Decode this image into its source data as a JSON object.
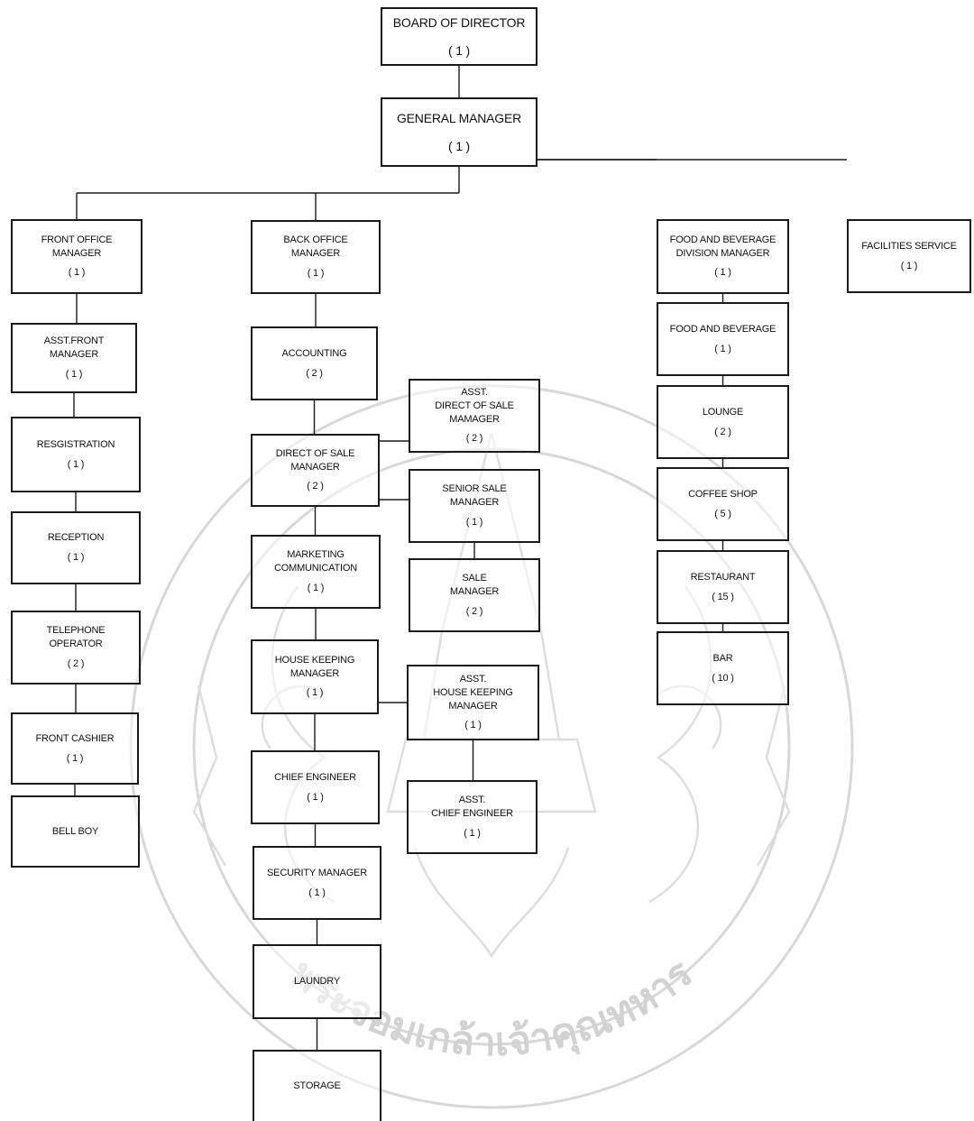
{
  "nodes": {
    "board": {
      "label": "BOARD OF DIRECTOR",
      "count": "( 1 )"
    },
    "gm": {
      "label": "GENERAL MANAGER",
      "count": "( 1 )"
    },
    "front_office_manager": {
      "label": "FRONT OFFICE\nMANAGER",
      "count": "( 1 )"
    },
    "asst_front_manager": {
      "label": "ASST.FRONT\nMANAGER",
      "count": "( 1 )"
    },
    "registration": {
      "label": "RESGISTRATION",
      "count": "( 1 )"
    },
    "reception": {
      "label": "RECEPTION",
      "count": "( 1 )"
    },
    "telephone_operator": {
      "label": "TELEPHONE\nOPERATOR",
      "count": "( 2 )"
    },
    "front_cashier": {
      "label": "FRONT CASHIER",
      "count": "( 1 )"
    },
    "bell_boy": {
      "label": "BELL BOY",
      "count": ""
    },
    "back_office_manager": {
      "label": "BACK OFFICE\nMANAGER",
      "count": "( 1 )"
    },
    "accounting": {
      "label": "ACCOUNTING",
      "count": "( 2 )"
    },
    "direct_of_sale_manager": {
      "label": "DIRECT OF SALE\nMANAGER",
      "count": "( 2 )"
    },
    "marketing_communication": {
      "label": "MARKETING\nCOMMUNICATION",
      "count": "( 1 )"
    },
    "house_keeping_manager": {
      "label": "HOUSE KEEPING\nMANAGER",
      "count": "( 1 )"
    },
    "chief_engineer": {
      "label": "CHIEF ENGINEER",
      "count": "( 1 )"
    },
    "security_manager": {
      "label": "SECURITY MANAGER",
      "count": "( 1 )"
    },
    "laundry": {
      "label": "LAUNDRY",
      "count": ""
    },
    "storage": {
      "label": "STORAGE",
      "count": ""
    },
    "asst_direct_of_sale_manager": {
      "label": "ASST.\nDIRECT OF SALE\nMAMAGER",
      "count": "( 2 )"
    },
    "senior_sale_manager": {
      "label": "SENIOR SALE\nMANAGER",
      "count": "( 1 )"
    },
    "sale_manager": {
      "label": "SALE\nMANAGER",
      "count": "( 2 )"
    },
    "asst_house_keeping_manager": {
      "label": "ASST.\nHOUSE KEEPING\nMANAGER",
      "count": "( 1 )"
    },
    "asst_chief_engineer": {
      "label": "ASST.\nCHIEF ENGINEER",
      "count": "( 1 )"
    },
    "fb_division_manager": {
      "label": "FOOD AND BEVERAGE\nDIVISION MANAGER",
      "count": "( 1 )"
    },
    "food_and_beverage": {
      "label": "FOOD AND BEVERAGE",
      "count": "( 1 )"
    },
    "lounge": {
      "label": "LOUNGE",
      "count": "( 2 )"
    },
    "coffee_shop": {
      "label": "COFFEE SHOP",
      "count": "( 5 )"
    },
    "restaurant": {
      "label": "RESTAURANT",
      "count": "( 15 )"
    },
    "bar": {
      "label": "BAR",
      "count": "( 10 )"
    },
    "facilities_service": {
      "label": "FACILITIES SERVICE",
      "count": "( 1 )"
    }
  },
  "edges": [
    [
      "board",
      "gm"
    ],
    [
      "gm",
      "front_office_manager"
    ],
    [
      "gm",
      "back_office_manager"
    ],
    [
      "gm",
      "fb_division_manager"
    ],
    [
      "gm",
      "facilities_service"
    ],
    [
      "front_office_manager",
      "asst_front_manager"
    ],
    [
      "asst_front_manager",
      "registration"
    ],
    [
      "registration",
      "reception"
    ],
    [
      "reception",
      "telephone_operator"
    ],
    [
      "telephone_operator",
      "front_cashier"
    ],
    [
      "front_cashier",
      "bell_boy"
    ],
    [
      "back_office_manager",
      "accounting"
    ],
    [
      "accounting",
      "direct_of_sale_manager"
    ],
    [
      "direct_of_sale_manager",
      "marketing_communication"
    ],
    [
      "marketing_communication",
      "house_keeping_manager"
    ],
    [
      "house_keeping_manager",
      "chief_engineer"
    ],
    [
      "chief_engineer",
      "security_manager"
    ],
    [
      "security_manager",
      "laundry"
    ],
    [
      "laundry",
      "storage"
    ],
    [
      "direct_of_sale_manager",
      "asst_direct_of_sale_manager"
    ],
    [
      "direct_of_sale_manager",
      "senior_sale_manager"
    ],
    [
      "senior_sale_manager",
      "sale_manager"
    ],
    [
      "house_keeping_manager",
      "asst_house_keeping_manager"
    ],
    [
      "asst_house_keeping_manager",
      "asst_chief_engineer"
    ],
    [
      "fb_division_manager",
      "food_and_beverage"
    ],
    [
      "food_and_beverage",
      "lounge"
    ],
    [
      "lounge",
      "coffee_shop"
    ],
    [
      "coffee_shop",
      "restaurant"
    ],
    [
      "restaurant",
      "bar"
    ]
  ],
  "watermark": {
    "text": "พระจอมเกล้าเจ้าคุณทหาร"
  }
}
